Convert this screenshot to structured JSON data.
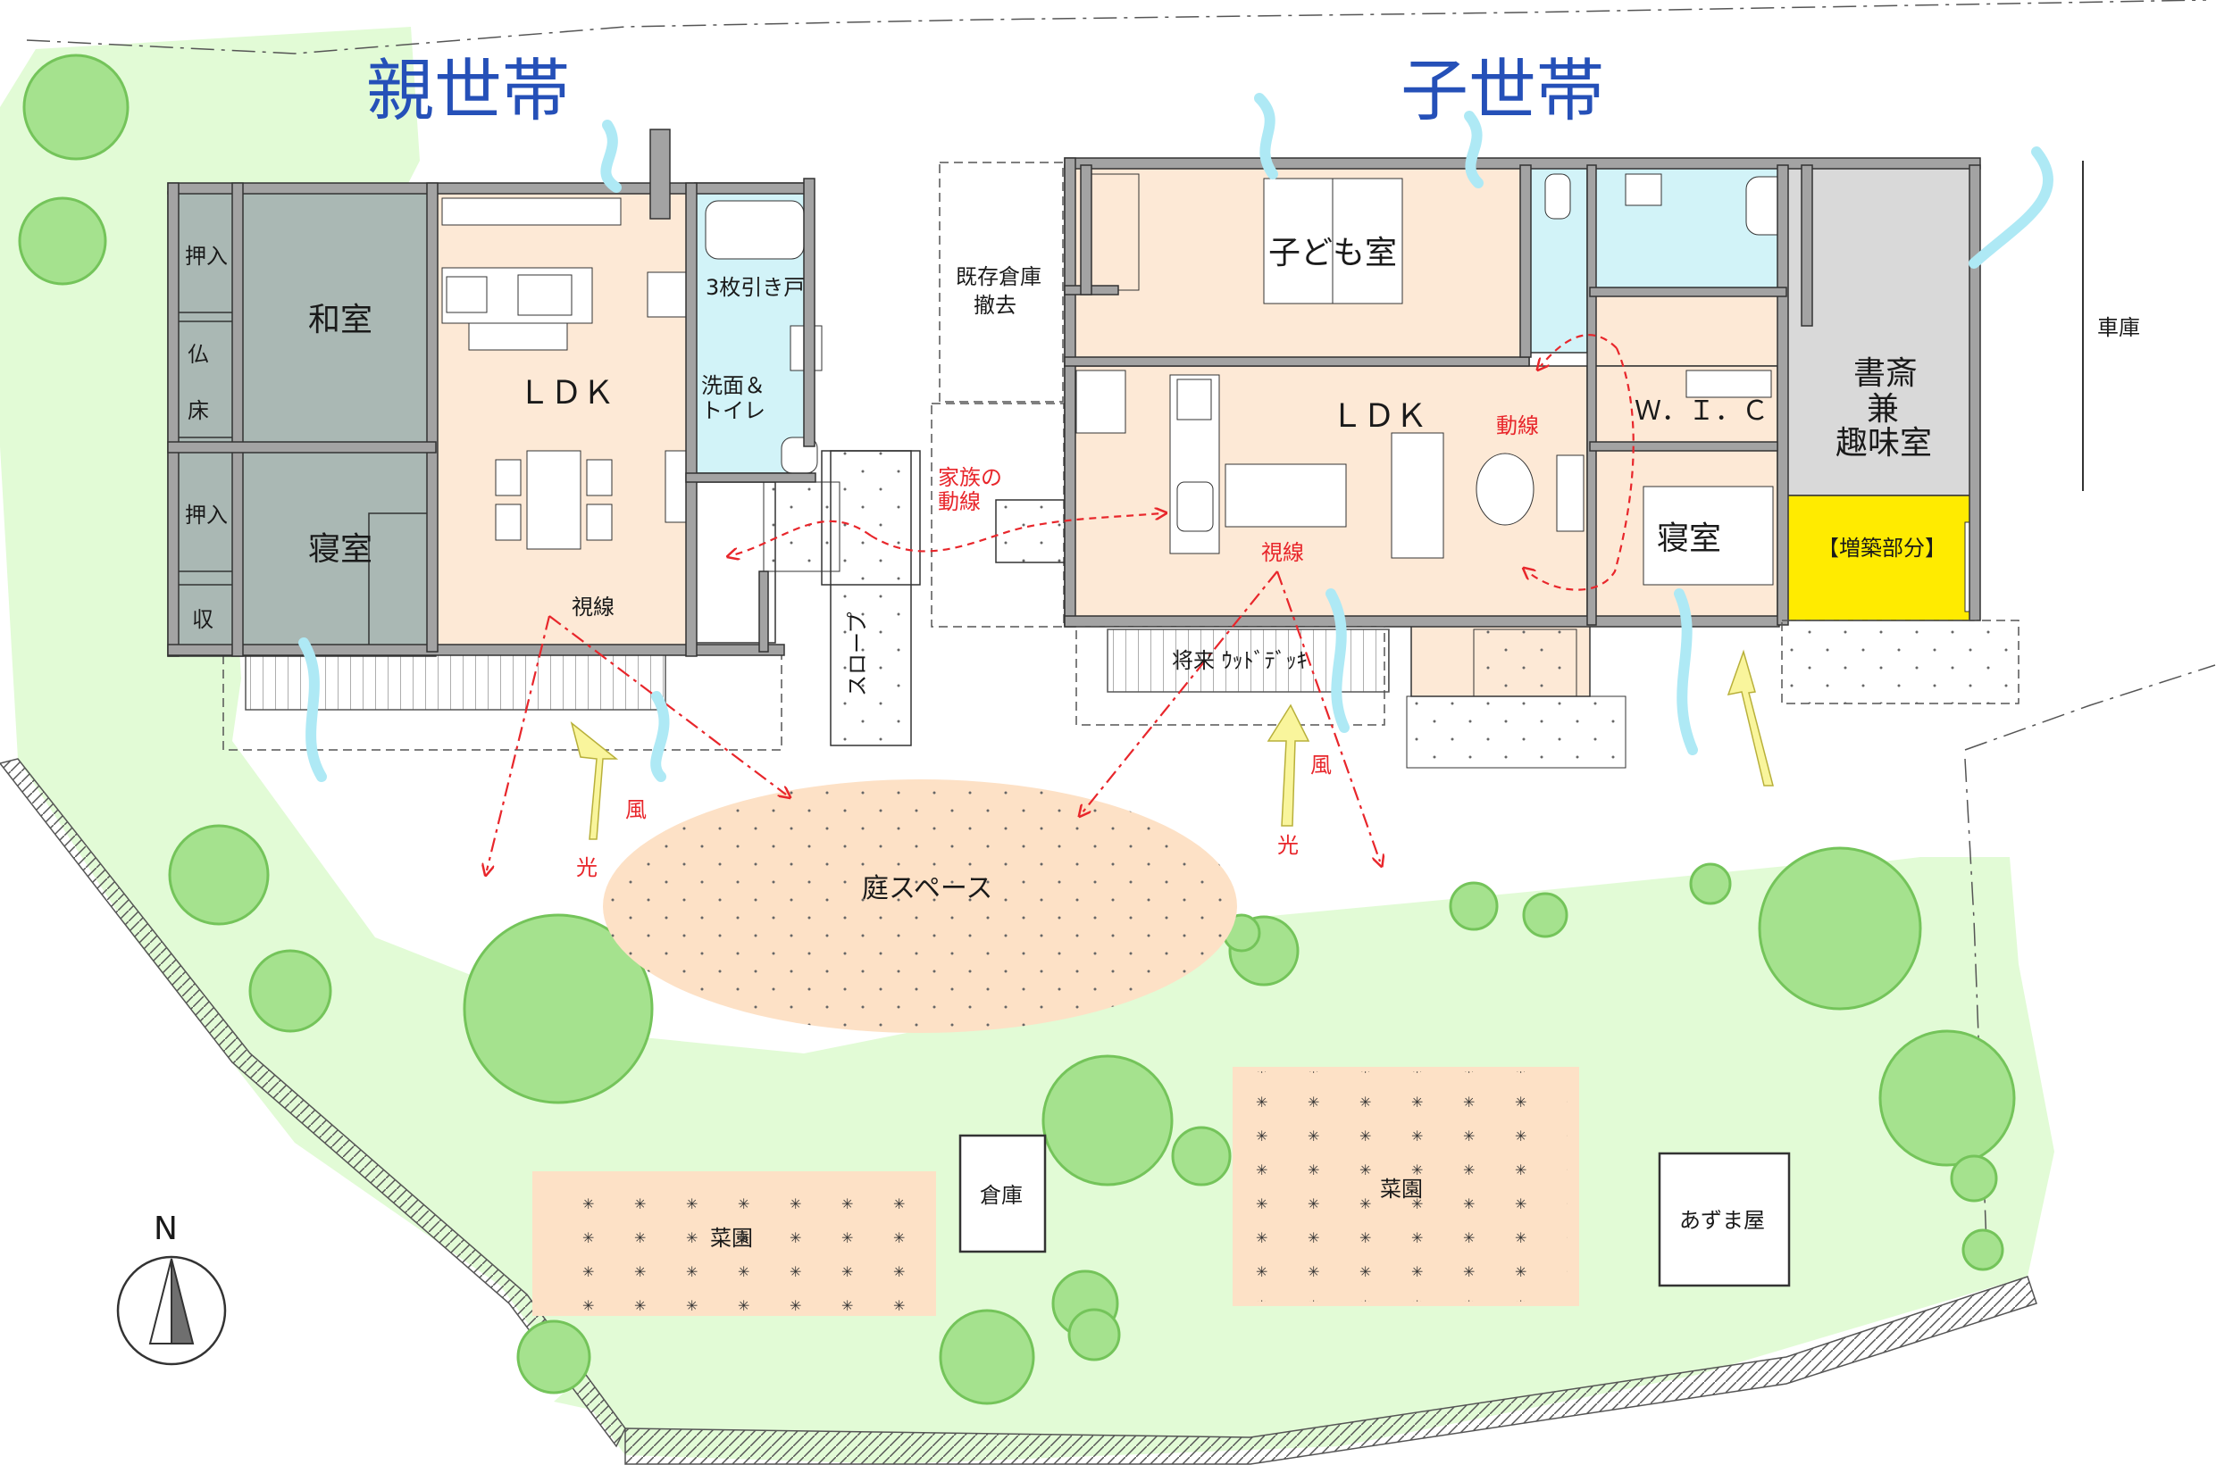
{
  "titles": {
    "parent": "親世帯",
    "child": "子世帯"
  },
  "parent_house": {
    "washitsu": "和室",
    "oshiire_top": "押入",
    "butsu": "仏",
    "toko": "床",
    "oshiire_bottom": "押入",
    "shinshitsu": "寝室",
    "shu": "収",
    "ldk": "ＬＤＫ",
    "sliding_door": "3枚引き戸",
    "wash_toilet_1": "洗面＆",
    "wash_toilet_2": "トイレ",
    "sightline": "視線",
    "slope": "スロープ"
  },
  "middle": {
    "storage_1": "既存倉庫",
    "storage_2": "撤去",
    "family_flow_1": "家族の",
    "family_flow_2": "動線"
  },
  "child_house": {
    "kids_room": "子ども室",
    "ldk": "ＬＤＫ",
    "flow": "動線",
    "wic": "Ｗ．Ｉ．Ｃ",
    "bedroom": "寝室",
    "study_1": "書斎",
    "study_2": "兼",
    "study_3": "趣味室",
    "extension": "【増築部分】",
    "garage": "車庫",
    "sightline": "視線",
    "wood_deck": "将来 ｳｯﾄﾞﾃﾞｯｷ"
  },
  "garden": {
    "yard": "庭スペース",
    "wind_left": "風",
    "light_left": "光",
    "wind_right": "風",
    "light_right": "光",
    "veg_left": "菜園",
    "warehouse": "倉庫",
    "veg_right": "菜園",
    "arbor": "あずま屋"
  },
  "compass": "N",
  "colors": {
    "title_blue": "#2550b8",
    "lawn": "#e2fbd6",
    "tree": "#a5e28e",
    "yard": "#fde1c6",
    "room_floor": "#fde9d6",
    "tatami": "#aab8b4",
    "water": "#d2f3f8",
    "wall": "#a3a3a3",
    "extension": "#ffeb00",
    "arrow_red": "#e8262b",
    "light_yellow": "#f9f59c",
    "wind_blue": "#aee9f5"
  }
}
